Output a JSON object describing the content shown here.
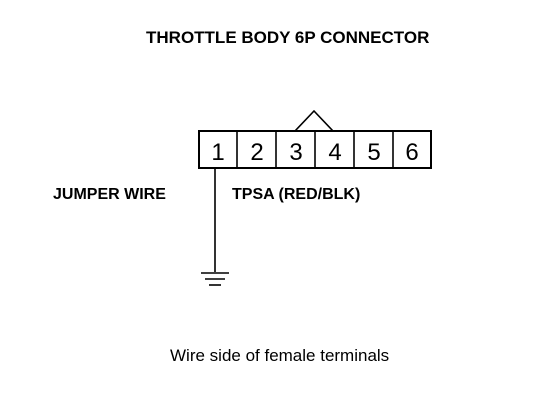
{
  "title": "THROTTLE BODY 6P CONNECTOR",
  "connector": {
    "pins": [
      "1",
      "2",
      "3",
      "4",
      "5",
      "6"
    ]
  },
  "labels": {
    "left": "JUMPER WIRE",
    "right": "TPSA (RED/BLK)"
  },
  "caption": "Wire side of female terminals",
  "colors": {
    "line": "#000000",
    "background": "#ffffff"
  }
}
